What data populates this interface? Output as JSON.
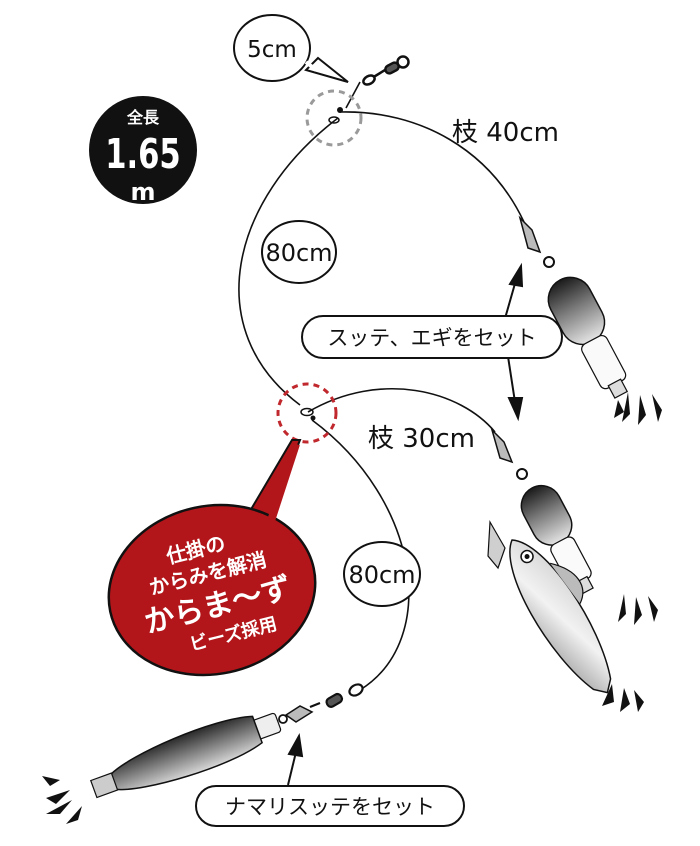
{
  "labels": {
    "top_swivel_gap": "5cm",
    "total_length_title": "全長",
    "total_length_value": "1.65",
    "total_length_unit": "m",
    "branch_upper": "枝 40cm",
    "branch_lower": "枝 30cm",
    "main_upper": "80cm",
    "main_lower": "80cm",
    "set_upper": "スッテ、エギをセット",
    "set_bottom": "ナマリスッテをセット",
    "badge_line1": "仕掛の",
    "badge_line2": "からみを解消",
    "badge_line3": "からま〜ず",
    "badge_line4": "ビーズ採用"
  },
  "colors": {
    "line": "#111111",
    "badge_red": "#b3161a",
    "dashed_gray": "#9a9a9a",
    "dashed_red": "#c0282d"
  }
}
